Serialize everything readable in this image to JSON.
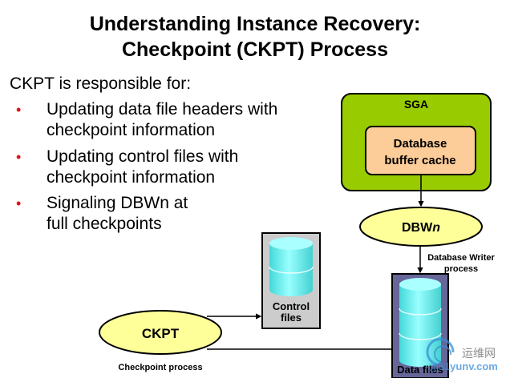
{
  "title": {
    "line1": "Understanding Instance Recovery:",
    "line2": "Checkpoint (CKPT) Process"
  },
  "intro": "CKPT is responsible for:",
  "bullets": [
    {
      "line1": "Updating data file headers with",
      "line2": "checkpoint information"
    },
    {
      "line1": "Updating control files with",
      "line2": "checkpoint information"
    },
    {
      "line1": "Signaling DBWn at",
      "line2": "full checkpoints"
    }
  ],
  "diagram": {
    "sga": {
      "label": "SGA",
      "color": "#99cc00"
    },
    "buffer_cache": {
      "line1": "Database",
      "line2": "buffer cache",
      "color": "#fccc99"
    },
    "dbwn": {
      "label_main": "DBW",
      "label_italic": "n",
      "caption_line1": "Database Writer",
      "caption_line2": "process"
    },
    "control_files": {
      "line1": "Control",
      "line2": "files"
    },
    "data_files": {
      "label": "Data files"
    },
    "ckpt": {
      "label": "CKPT",
      "caption": "Checkpoint process"
    },
    "ellipse_color": "#ffff99",
    "cylinder_color": "#66ffff"
  },
  "watermark": {
    "cn": "运维网",
    "en": "@51yunv.com"
  }
}
